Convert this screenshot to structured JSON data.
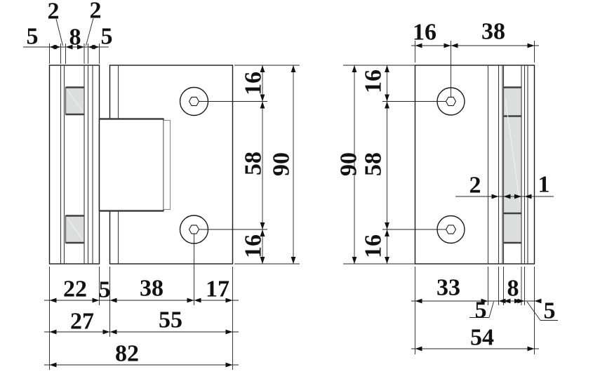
{
  "drawing": {
    "kind": "two-view technical dimension drawing",
    "subject": "glass door hinge / shower glass clamp"
  },
  "colors": {
    "line": "#1a1a1a",
    "glass_fill": "#dcdddd",
    "gasket_edge": "#4f4f4f",
    "background": "#ffffff"
  },
  "dimensions": {
    "lv_top": {
      "plate_left": "5",
      "gasket_left": "2",
      "glass_slot": "8",
      "gasket_right": "2",
      "plate_right": "5"
    },
    "lv_right": {
      "hole_top_offset": "16",
      "hole_spacing": "58",
      "hole_bottom_offset": "16",
      "overall_height": "90"
    },
    "lv_bottom": {
      "clamp_width": "22",
      "gap": "5",
      "hole_from_plate_edge": "38",
      "hole_to_edge": "17",
      "clamp_plus_gap": "27",
      "plate_width": "55",
      "overall_width": "82"
    },
    "rv_top": {
      "hole_from_edge": "16",
      "hole_to_edge": "38"
    },
    "rv_left": {
      "overall_height": "90",
      "hole_top_offset": "16",
      "hole_spacing": "58",
      "hole_bottom_offset": "16"
    },
    "rv_mid": {
      "gasket_left": "2",
      "gasket_right": "1"
    },
    "rv_bottom": {
      "plate_width": "33",
      "glass_slot": "8",
      "clamp_plate_left": "5",
      "clamp_plate_right": "5",
      "clamp_width": "54"
    }
  }
}
